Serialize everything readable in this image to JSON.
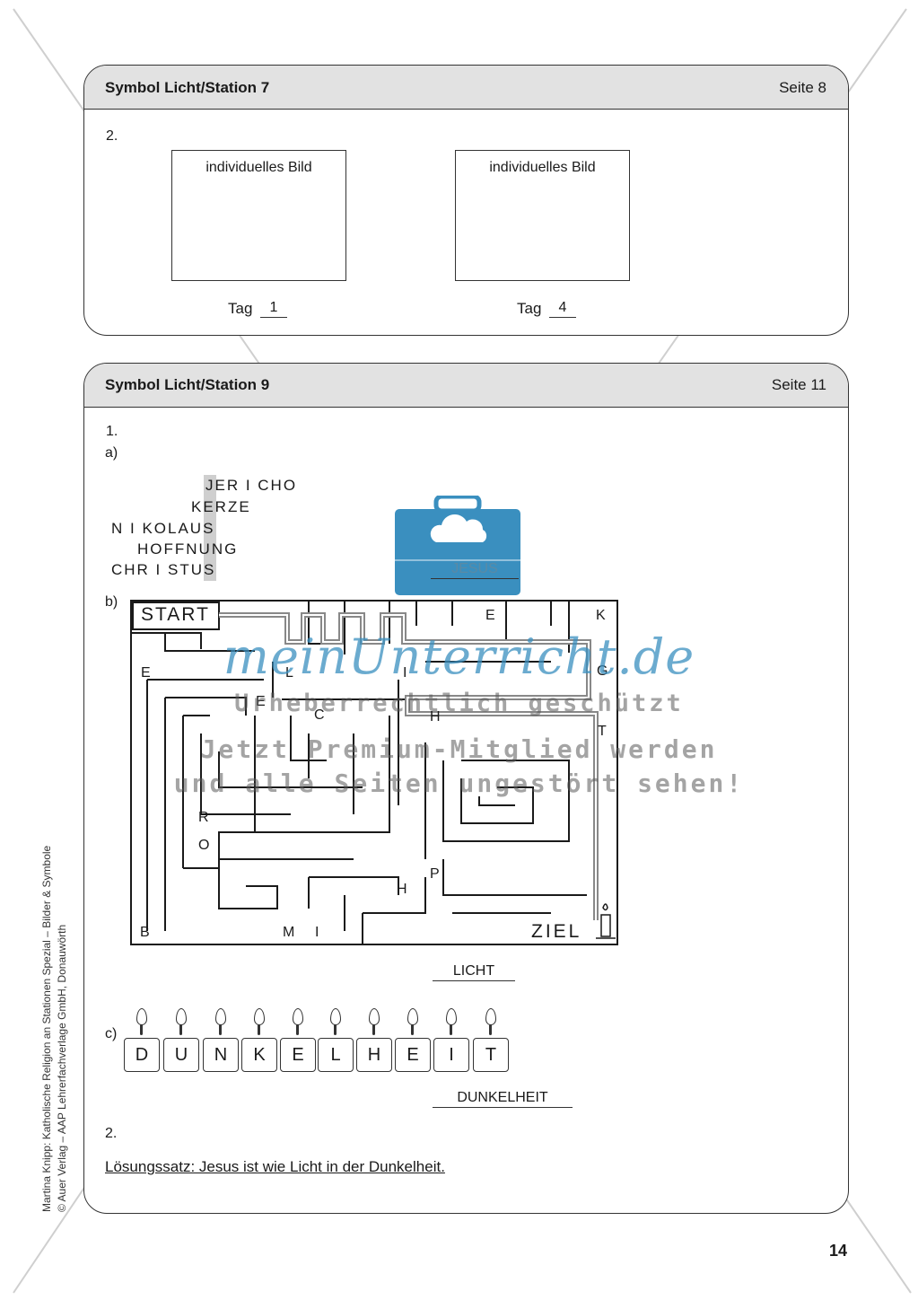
{
  "card1": {
    "title": "Symbol Licht/Station 7",
    "page": "Seite 8",
    "number": "2.",
    "image1_label": "individuelles Bild",
    "image2_label": "individuelles Bild",
    "tag_label": "Tag",
    "tag1_value": "1",
    "tag2_value": "4"
  },
  "card2": {
    "title": "Symbol Licht/Station 9",
    "page": "Seite 11",
    "number1": "1.",
    "part_a": "a)",
    "part_b": "b)",
    "part_c": "c)",
    "words": [
      "JER I CHO",
      "KERZE",
      "N I KOLAUS",
      "HOFFNUNG",
      "CHR I STUS"
    ],
    "answer_a": "JESUS",
    "maze": {
      "start": "START",
      "ziel": "ZIEL",
      "letters": [
        "E",
        "K",
        "E",
        "L",
        "I",
        "G",
        "E",
        "C",
        "H",
        "T",
        "R",
        "O",
        "P",
        "H",
        "B",
        "M",
        "I"
      ]
    },
    "answer_b": "LICHT",
    "candle_letters": [
      "D",
      "U",
      "N",
      "K",
      "E",
      "L",
      "H",
      "E",
      "I",
      "T"
    ],
    "answer_c": "DUNKELHEIT",
    "number2": "2.",
    "solution": "Lösungssatz: Jesus ist wie Licht in der Dunkelheit."
  },
  "sidebar": {
    "line1": "Martina Knipp: Katholische Religion an Stationen Spezial – Bilder & Symbole",
    "line2": "© Auer Verlag – AAP Lehrerfachverlage GmbH, Donauwörth"
  },
  "page_number": "14",
  "watermark": {
    "brand": "meinUnterricht.de",
    "line1": "Urheberrechtlich geschützt",
    "line2": "Jetzt Premium-Mitglied werden",
    "line3": "und alle Seiten ungestört sehen!"
  },
  "colors": {
    "header_bg": "#e2e2e2",
    "brand_blue": "#3a8fbf",
    "highlight": "#cfcfcf"
  }
}
